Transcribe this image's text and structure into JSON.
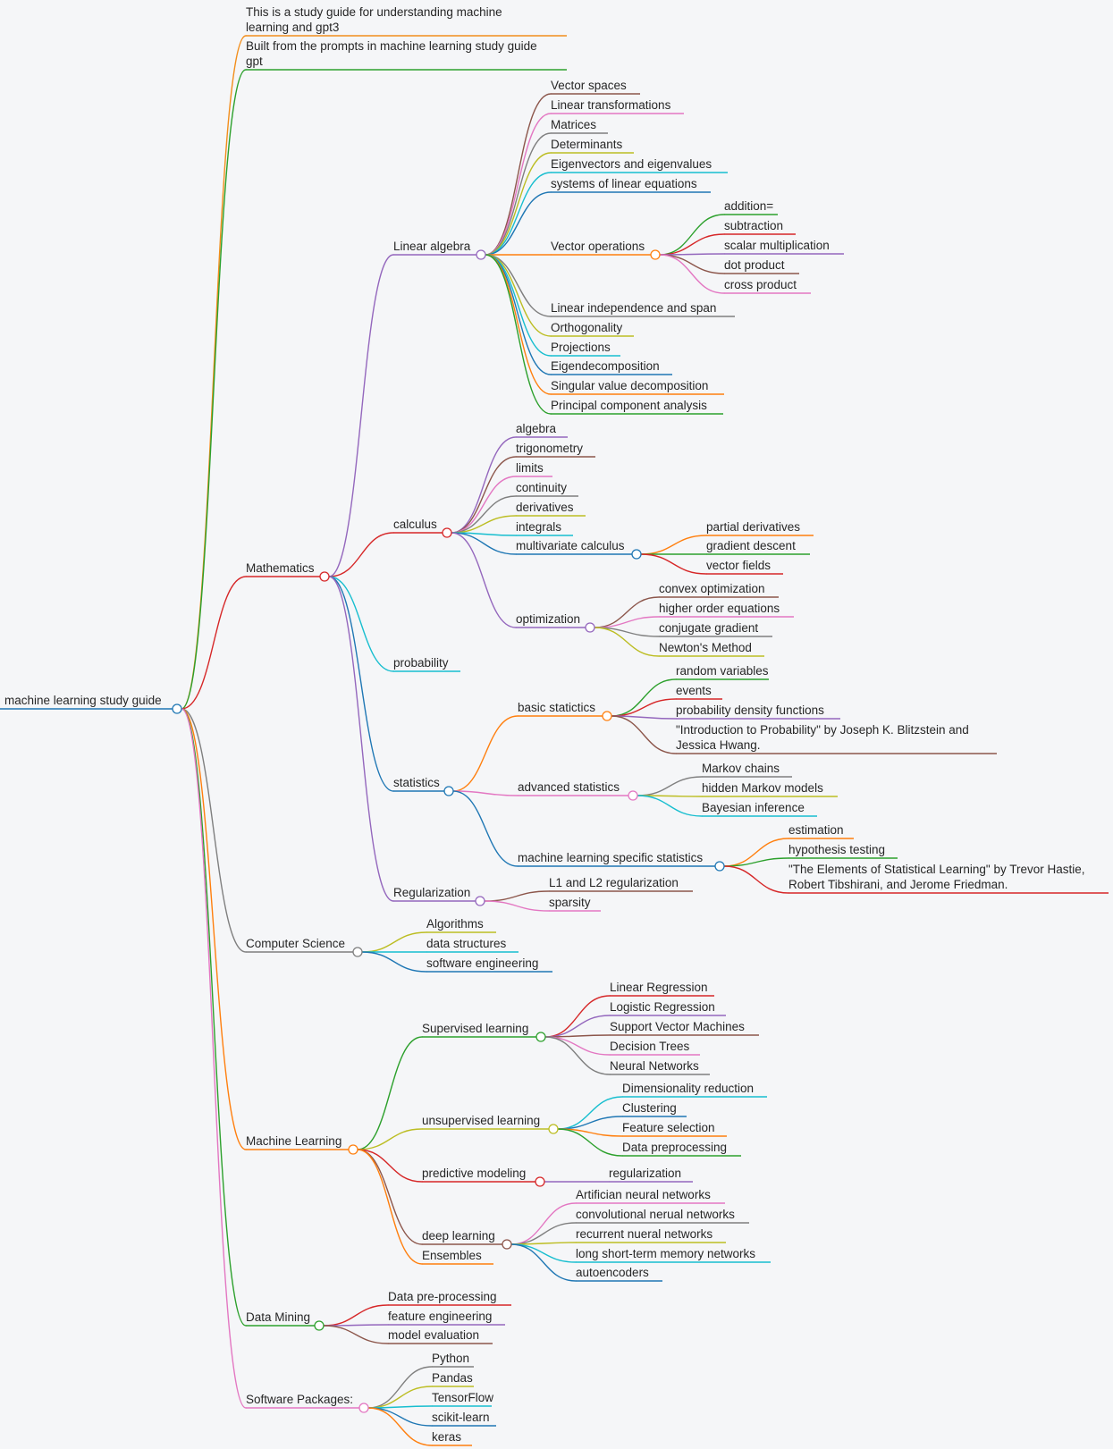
{
  "root": {
    "label": "machine learning study guide",
    "color": "#1f77b4",
    "children": [
      {
        "label": "This is a study guide for understanding machine\nlearning and gpt3",
        "color": "#f28e1c"
      },
      {
        "label": "Built from the prompts in machine learning study guide\ngpt",
        "color": "#2ca02c"
      },
      {
        "label": "Mathematics",
        "color": "#d62728",
        "children": [
          {
            "label": "Linear algebra",
            "color": "#9467bd",
            "children": [
              {
                "label": "Vector spaces",
                "color": "#8c564b"
              },
              {
                "label": "Linear transformations",
                "color": "#e377c2"
              },
              {
                "label": "Matrices",
                "color": "#7f7f7f"
              },
              {
                "label": "Determinants",
                "color": "#bcbd22"
              },
              {
                "label": "Eigenvectors and eigenvalues",
                "color": "#17becf"
              },
              {
                "label": "systems of linear equations",
                "color": "#1f77b4"
              },
              {
                "label": "Vector operations",
                "color": "#ff7f0e",
                "children": [
                  {
                    "label": "addition=",
                    "color": "#2ca02c"
                  },
                  {
                    "label": "subtraction",
                    "color": "#d62728"
                  },
                  {
                    "label": "scalar multiplication",
                    "color": "#9467bd"
                  },
                  {
                    "label": "dot product",
                    "color": "#8c564b"
                  },
                  {
                    "label": "cross product",
                    "color": "#e377c2"
                  }
                ]
              },
              {
                "label": "Linear independence and span",
                "color": "#7f7f7f"
              },
              {
                "label": "Orthogonality",
                "color": "#bcbd22"
              },
              {
                "label": "Projections",
                "color": "#17becf"
              },
              {
                "label": "Eigendecomposition",
                "color": "#1f77b4"
              },
              {
                "label": "Singular value decomposition",
                "color": "#ff7f0e"
              },
              {
                "label": "Principal component analysis",
                "color": "#2ca02c"
              }
            ]
          },
          {
            "label": "calculus",
            "color": "#d62728",
            "children": [
              {
                "label": "algebra",
                "color": "#9467bd"
              },
              {
                "label": "trigonometry",
                "color": "#8c564b"
              },
              {
                "label": "limits",
                "color": "#e377c2"
              },
              {
                "label": "continuity",
                "color": "#7f7f7f"
              },
              {
                "label": "derivatives",
                "color": "#bcbd22"
              },
              {
                "label": "integrals",
                "color": "#17becf"
              },
              {
                "label": "multivariate calculus",
                "color": "#1f77b4",
                "children": [
                  {
                    "label": "partial derivatives",
                    "color": "#ff7f0e"
                  },
                  {
                    "label": "gradient descent",
                    "color": "#2ca02c"
                  },
                  {
                    "label": "vector fields",
                    "color": "#d62728"
                  }
                ]
              },
              {
                "label": "optimization",
                "color": "#9467bd",
                "children": [
                  {
                    "label": "convex optimization",
                    "color": "#8c564b"
                  },
                  {
                    "label": "higher order equations",
                    "color": "#e377c2"
                  },
                  {
                    "label": "conjugate gradient",
                    "color": "#7f7f7f"
                  },
                  {
                    "label": "Newton's Method",
                    "color": "#bcbd22"
                  }
                ]
              }
            ]
          },
          {
            "label": "probability",
            "color": "#17becf"
          },
          {
            "label": "statistics",
            "color": "#1f77b4",
            "children": [
              {
                "label": "basic statictics",
                "color": "#ff7f0e",
                "children": [
                  {
                    "label": "random variables",
                    "color": "#2ca02c"
                  },
                  {
                    "label": "events",
                    "color": "#d62728"
                  },
                  {
                    "label": "probability density functions",
                    "color": "#9467bd"
                  },
                  {
                    "label": "\"Introduction to Probability\" by Joseph K. Blitzstein and\nJessica Hwang.",
                    "color": "#8c564b"
                  }
                ]
              },
              {
                "label": "advanced statistics",
                "color": "#e377c2",
                "children": [
                  {
                    "label": "Markov chains",
                    "color": "#7f7f7f"
                  },
                  {
                    "label": "hidden Markov models",
                    "color": "#bcbd22"
                  },
                  {
                    "label": "Bayesian inference",
                    "color": "#17becf"
                  }
                ]
              },
              {
                "label": "machine learning specific statistics",
                "color": "#1f77b4",
                "children": [
                  {
                    "label": "estimation",
                    "color": "#ff7f0e"
                  },
                  {
                    "label": "hypothesis testing",
                    "color": "#2ca02c"
                  },
                  {
                    "label": "\"The Elements of Statistical Learning\" by Trevor Hastie,\nRobert Tibshirani, and Jerome Friedman.",
                    "color": "#d62728"
                  }
                ]
              }
            ]
          },
          {
            "label": "Regularization",
            "color": "#9467bd",
            "children": [
              {
                "label": "L1 and L2 regularization",
                "color": "#8c564b"
              },
              {
                "label": "sparsity",
                "color": "#e377c2"
              }
            ]
          }
        ]
      },
      {
        "label": "Computer Science",
        "color": "#7f7f7f",
        "children": [
          {
            "label": "Algorithms",
            "color": "#bcbd22"
          },
          {
            "label": "data structures",
            "color": "#17becf"
          },
          {
            "label": "software engineering",
            "color": "#1f77b4"
          }
        ]
      },
      {
        "label": "Machine Learning",
        "color": "#ff7f0e",
        "children": [
          {
            "label": "Supervised learning",
            "color": "#2ca02c",
            "children": [
              {
                "label": "Linear Regression",
                "color": "#d62728"
              },
              {
                "label": "Logistic Regression",
                "color": "#9467bd"
              },
              {
                "label": "Support Vector Machines",
                "color": "#8c564b"
              },
              {
                "label": "Decision Trees",
                "color": "#e377c2"
              },
              {
                "label": "Neural Networks",
                "color": "#7f7f7f"
              }
            ]
          },
          {
            "label": "unsupervised learning",
            "color": "#bcbd22",
            "children": [
              {
                "label": "Dimensionality reduction",
                "color": "#17becf"
              },
              {
                "label": "Clustering",
                "color": "#1f77b4"
              },
              {
                "label": "Feature selection",
                "color": "#ff7f0e"
              },
              {
                "label": "Data preprocessing",
                "color": "#2ca02c"
              }
            ]
          },
          {
            "label": "predictive modeling",
            "color": "#d62728",
            "children": [
              {
                "label": "regularization",
                "color": "#9467bd"
              }
            ]
          },
          {
            "label": "deep learning",
            "color": "#8c564b",
            "children": [
              {
                "label": "Artifician neural networks",
                "color": "#e377c2"
              },
              {
                "label": "convolutional nerual networks",
                "color": "#7f7f7f"
              },
              {
                "label": "recurrent nueral networks",
                "color": "#bcbd22"
              },
              {
                "label": "long short-term memory networks",
                "color": "#17becf"
              },
              {
                "label": "autoencoders",
                "color": "#1f77b4"
              }
            ]
          },
          {
            "label": "Ensembles",
            "color": "#ff7f0e"
          }
        ]
      },
      {
        "label": "Data Mining",
        "color": "#2ca02c",
        "children": [
          {
            "label": "Data pre-processing",
            "color": "#d62728"
          },
          {
            "label": "feature engineering",
            "color": "#9467bd"
          },
          {
            "label": "model evaluation",
            "color": "#8c564b"
          }
        ]
      },
      {
        "label": "Software Packages:",
        "color": "#e377c2",
        "children": [
          {
            "label": "Python",
            "color": "#7f7f7f"
          },
          {
            "label": "Pandas",
            "color": "#bcbd22"
          },
          {
            "label": "TensorFlow",
            "color": "#17becf"
          },
          {
            "label": "scikit-learn",
            "color": "#1f77b4"
          },
          {
            "label": "keras",
            "color": "#ff7f0e"
          }
        ]
      }
    ]
  }
}
